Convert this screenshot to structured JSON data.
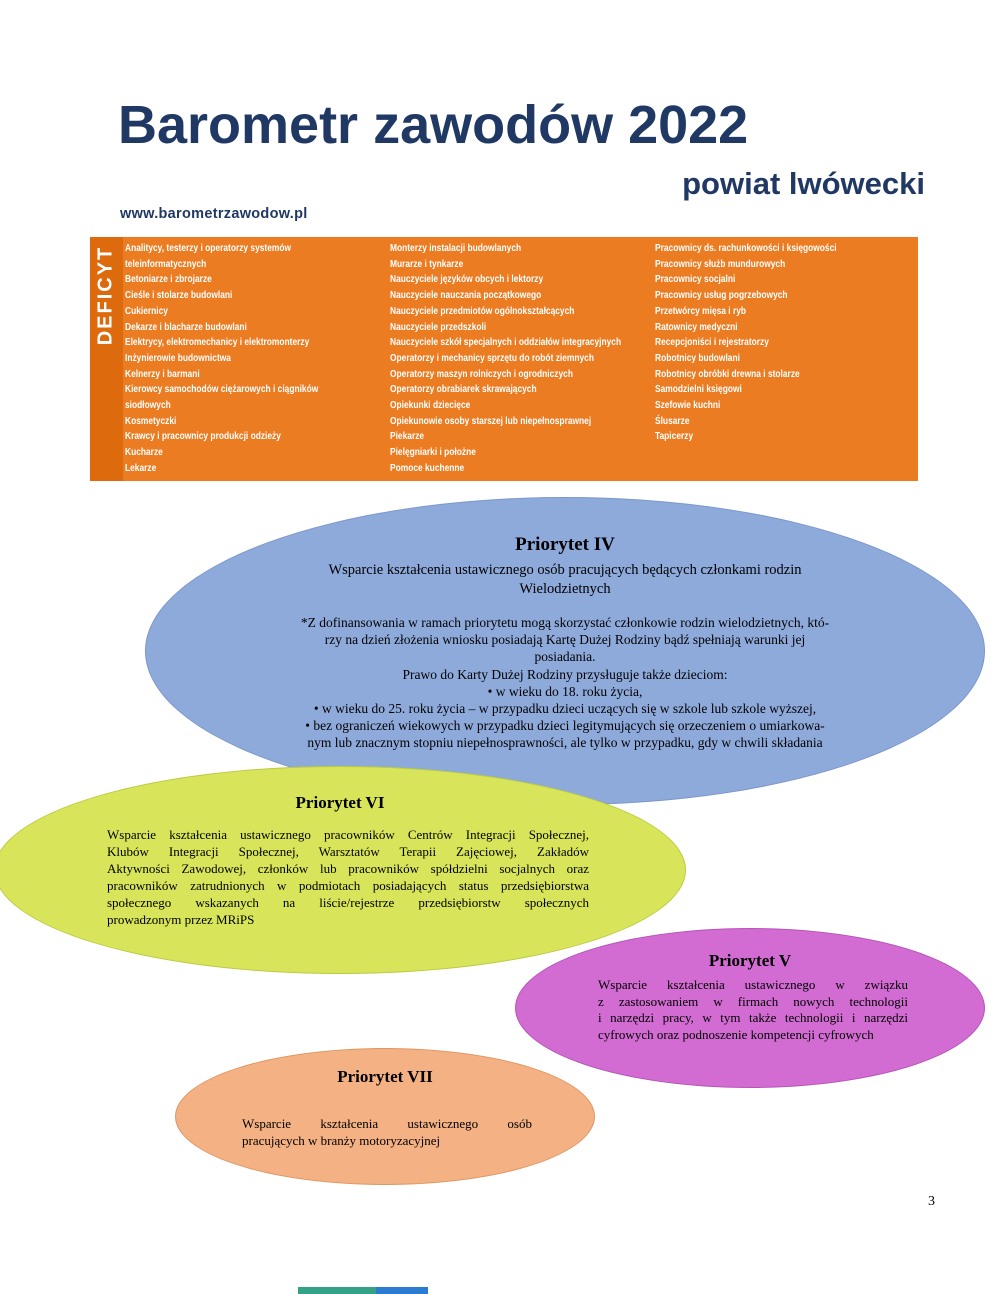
{
  "header": {
    "title": "Barometr zawodów 2022",
    "subtitle": "powiat lwówecki",
    "url": "www.barometrzawodow.pl"
  },
  "deficyt": {
    "label": "DEFICYT",
    "columns": [
      [
        "Analitycy, testerzy i operatorzy systemów",
        "teleinformatycznych",
        "Betoniarze i zbrojarze",
        "Cieśle i stolarze budowlani",
        "Cukiernicy",
        "Dekarze i blacharze budowlani",
        "Elektrycy, elektromechanicy i elektromonterzy",
        "Inżynierowie budownictwa",
        "Kelnerzy i barmani",
        "Kierowcy samochodów ciężarowych i ciągników",
        "siodłowych",
        "Kosmetyczki",
        "Krawcy i pracownicy produkcji odzieży",
        "Kucharze",
        "Lekarze"
      ],
      [
        "Monterzy instalacji budowlanych",
        "Murarze i tynkarze",
        "Nauczyciele języków obcych i lektorzy",
        "Nauczyciele nauczania początkowego",
        "Nauczyciele przedmiotów ogólnokształcących",
        "Nauczyciele przedszkoli",
        "Nauczyciele szkół specjalnych i oddziałów integracyjnych",
        "Operatorzy i mechanicy sprzętu do robót ziemnych",
        "Operatorzy maszyn rolniczych i ogrodniczych",
        "Operatorzy obrabiarek skrawających",
        "Opiekunki dziecięce",
        "Opiekunowie osoby starszej lub niepełnosprawnej",
        "Piekarze",
        "Pielęgniarki i położne",
        "Pomoce kuchenne"
      ],
      [
        "Pracownicy ds. rachunkowości i księgowości",
        "Pracownicy służb mundurowych",
        "Pracownicy socjalni",
        "Pracownicy usług pogrzebowych",
        "Przetwórcy mięsa i ryb",
        "Ratownicy medyczni",
        "Recepcjoniści i rejestratorzy",
        "Robotnicy budowlani",
        "Robotnicy obróbki drewna i stolarze",
        "Samodzielni księgowi",
        "Szefowie kuchni",
        "Ślusarze",
        "Tapicerzy"
      ]
    ]
  },
  "priorities": {
    "p4": {
      "title": "Priorytet IV",
      "subtitle_lines": [
        "Wsparcie kształcenia ustawicznego osób pracujących będących członkami rodzin",
        "Wielodzietnych"
      ],
      "body_lines": [
        "*Z dofinansowania w ramach priorytetu mogą skorzystać członkowie rodzin wielodzietnych, któ-",
        "rzy na dzień złożenia wniosku posiadają Kartę Dużej Rodziny bądź spełniają warunki jej",
        "posiadania.",
        "Prawo do Karty Dużej Rodziny przysługuje także dzieciom:",
        "• w wieku do 18. roku życia,",
        "• w wieku do 25. roku życia – w przypadku dzieci uczących się w szkole lub szkole wyższej,",
        "• bez ograniczeń wiekowych w przypadku dzieci legitymujących się orzeczeniem o umiarkowa-",
        "nym lub znacznym stopniu niepełnosprawności, ale tylko w przypadku, gdy w chwili składania"
      ]
    },
    "p6": {
      "title": "Priorytet VI",
      "body_lines": [
        "Wsparcie kształcenia ustawicznego pracowników Centrów Integracji Społecznej,",
        "Klubów Integracji Społecznej, Warsztatów Terapii Zajęciowej, Zakładów",
        "Aktywności Zawodowej, członków lub pracowników spółdzielni socjalnych oraz",
        "pracowników zatrudnionych w podmiotach posiadających status przedsiębiorstwa",
        "społecznego wskazanych na liście/rejestrze przedsiębiorstw społecznych",
        "prowadzonym przez MRiPS"
      ]
    },
    "p5": {
      "title": "Priorytet V",
      "body_lines": [
        "Wsparcie kształcenia ustawicznego w związku",
        "z zastosowaniem w firmach nowych technologii",
        "i narzędzi pracy, w tym także technologii i narzędzi",
        "cyfrowych oraz podnoszenie kompetencji cyfrowych"
      ]
    },
    "p7": {
      "title": "Priorytet VII",
      "body_lines": [
        "Wsparcie kształcenia ustawicznego osób",
        "pracujących w branży motoryzacyjnej"
      ]
    }
  },
  "footer": {
    "page_number": "3"
  },
  "colors": {
    "navy": "#1f3864",
    "box_orange": "#ec7c22",
    "strip_orange": "#dd6b0e",
    "ellipse_blue": "#8eaadb",
    "ellipse_green": "#d8e55b",
    "ellipse_magenta": "#d26bd2",
    "ellipse_peach": "#f4b183"
  }
}
